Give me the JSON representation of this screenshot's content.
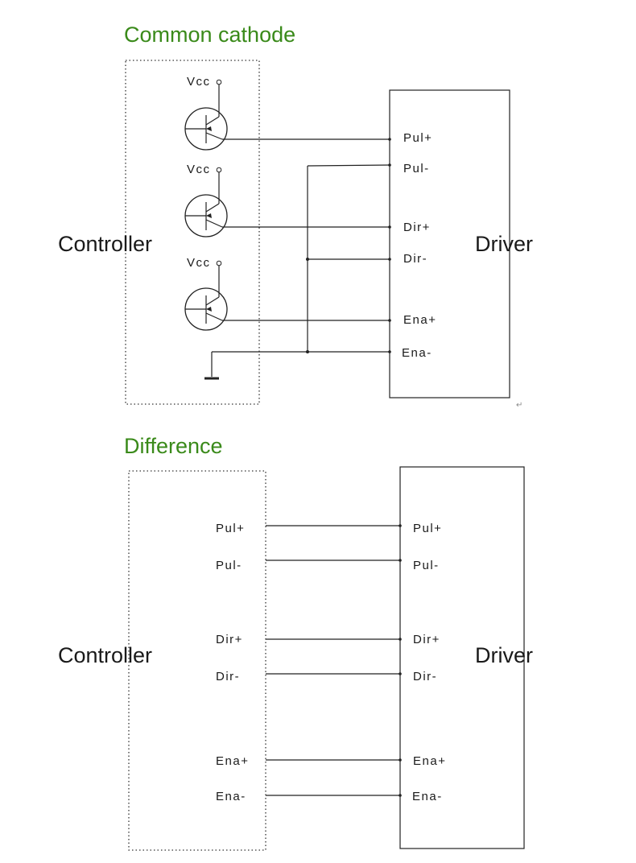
{
  "colors": {
    "title": "#3a8a1a",
    "line": "#222222",
    "text": "#1a1a1a"
  },
  "common_cathode": {
    "title": "Common cathode",
    "controller_label": "Controller",
    "driver_label": "Driver",
    "vcc_labels": [
      "Vcc",
      "Vcc",
      "Vcc"
    ],
    "driver_pins": [
      "Pul+",
      "Pul-",
      "Dir+",
      "Dir-",
      "Ena+",
      "Ena-"
    ],
    "return_mark": "↵"
  },
  "difference": {
    "title": "Difference",
    "controller_label": "Controller",
    "driver_label": "Driver",
    "controller_pins": [
      "Pul+",
      "Pul-",
      "Dir+",
      "Dir-",
      "Ena+",
      "Ena-"
    ],
    "driver_pins": [
      "Pul+",
      "Pul-",
      "Dir+",
      "Dir-",
      "Ena+",
      "Ena-"
    ]
  }
}
